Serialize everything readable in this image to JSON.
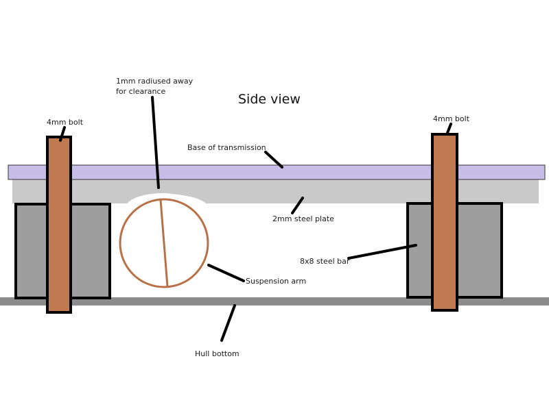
{
  "title": "Side view",
  "labels": {
    "clearance_line1": "1mm radiused away",
    "clearance_line2": "for clearance",
    "bolt_left": "4mm bolt",
    "bolt_right": "4mm bolt",
    "transmission": "Base of transmission",
    "steel_plate": "2mm steel plate",
    "steel_bar": "8x8 steel bar",
    "suspension_arm": "Suspension arm",
    "hull_bottom": "Hull bottom"
  },
  "colors": {
    "transmission": "#c7bde6",
    "steel_plate": "#c9c9c9",
    "steel_bar": "#9e9e9e",
    "hull": "#8c8c8c",
    "bolt": "#c07a52",
    "arm": "#b87147",
    "outline": "#000000"
  }
}
